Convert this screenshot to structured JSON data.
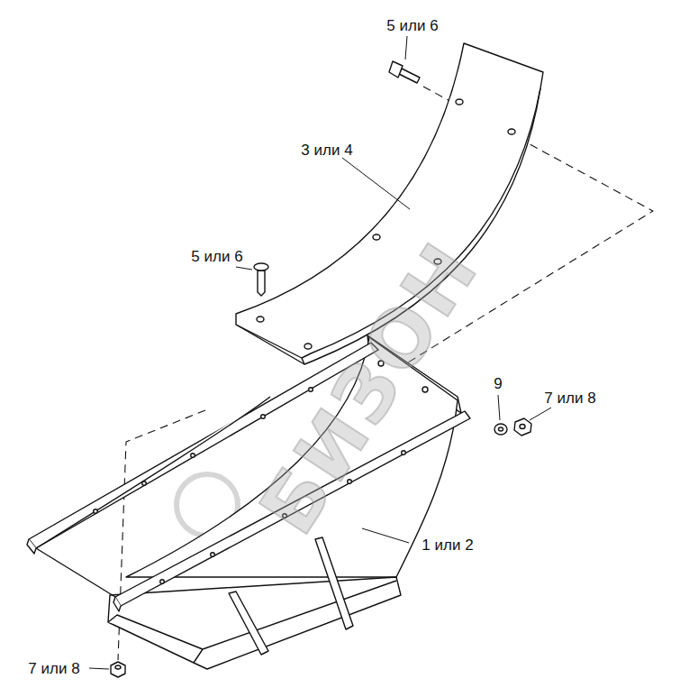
{
  "diagram": {
    "labels": [
      "5 или 6",
      "3 или 4",
      "5 или 6",
      "9",
      "7 или 8",
      "1 или 2",
      "7 или 8",
      "БИЗОН"
    ]
  }
}
